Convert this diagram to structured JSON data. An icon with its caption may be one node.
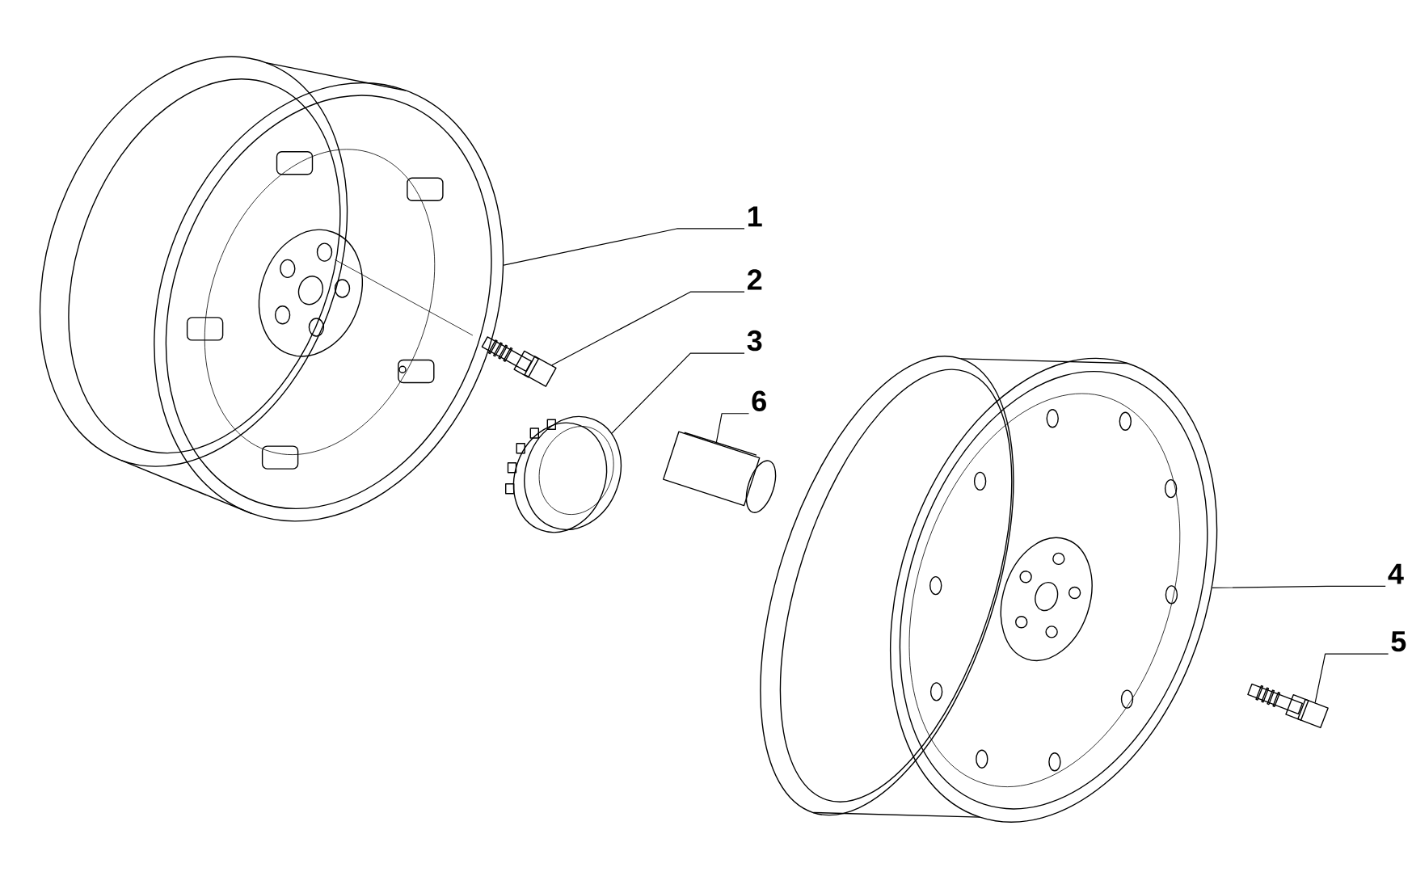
{
  "diagram": {
    "nodes": [
      {
        "text": [
          "1"
        ]
      },
      {
        "text": [],
        "shape": "picture"
      },
      {
        "text": [
          "2"
        ]
      },
      {
        "text": [],
        "shape": "picture"
      },
      {
        "text": [
          "3"
        ]
      },
      {
        "text": [],
        "shape": "picture"
      },
      {
        "text": [
          "6"
        ]
      },
      {
        "text": [],
        "shape": "picture"
      },
      {
        "text": [
          "4"
        ]
      },
      {
        "text": [],
        "shape": "picture"
      },
      {
        "text": [
          "5"
        ]
      },
      {
        "text": [],
        "shape": "picture"
      }
    ],
    "edges": [
      {
        "from": 0,
        "to": 1,
        "arrow": "none"
      },
      {
        "from": 2,
        "to": 3,
        "arrow": "none"
      },
      {
        "from": 4,
        "to": 5,
        "arrow": "none"
      },
      {
        "from": 6,
        "to": 7,
        "arrow": "none"
      },
      {
        "from": 8,
        "to": 9,
        "arrow": "none"
      },
      {
        "from": 10,
        "to": 11,
        "arrow": "none"
      }
    ]
  }
}
